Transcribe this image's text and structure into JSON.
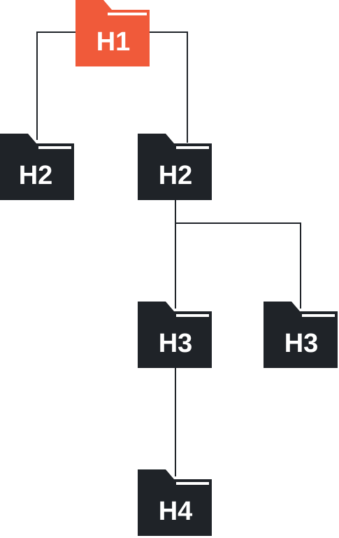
{
  "colors": {
    "root": "#f05a3a",
    "node": "#1f2328",
    "line": "#1f2328",
    "tab_stripe": "#ffffff"
  },
  "icon": "folder-icon",
  "nodes": [
    {
      "id": "h1",
      "label": "H1",
      "level": 1,
      "role": "root"
    },
    {
      "id": "h2-left",
      "label": "H2",
      "level": 2,
      "role": "child"
    },
    {
      "id": "h2-right",
      "label": "H2",
      "level": 2,
      "role": "child"
    },
    {
      "id": "h3-left",
      "label": "H3",
      "level": 3,
      "role": "child"
    },
    {
      "id": "h3-right",
      "label": "H3",
      "level": 3,
      "role": "child"
    },
    {
      "id": "h4",
      "label": "H4",
      "level": 4,
      "role": "child"
    }
  ],
  "edges": [
    [
      "h1",
      "h2-left"
    ],
    [
      "h1",
      "h2-right"
    ],
    [
      "h2-right",
      "h3-left"
    ],
    [
      "h2-right",
      "h3-right"
    ],
    [
      "h3-left",
      "h4"
    ]
  ]
}
